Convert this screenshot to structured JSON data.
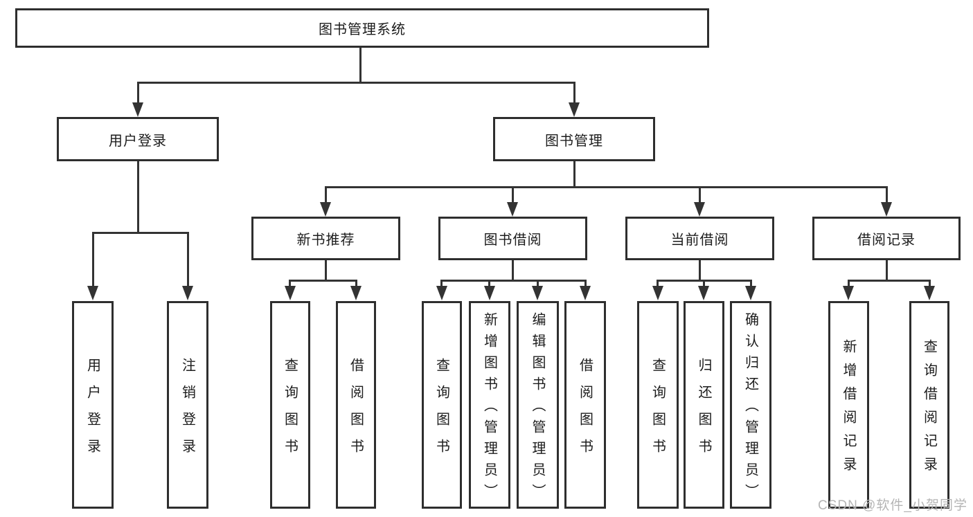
{
  "diagram_title": "图书管理系统",
  "tree": {
    "root": {
      "label": "图书管理系统",
      "children": [
        {
          "label": "用户登录",
          "children": [
            {
              "label": "用户登录"
            },
            {
              "label": "注销登录"
            }
          ]
        },
        {
          "label": "图书管理",
          "children": [
            {
              "label": "新书推荐",
              "children": [
                {
                  "label": "查询图书"
                },
                {
                  "label": "借阅图书"
                }
              ]
            },
            {
              "label": "图书借阅",
              "children": [
                {
                  "label": "查询图书"
                },
                {
                  "label": "新增图书（管理员）"
                },
                {
                  "label": "编辑图书（管理员）"
                },
                {
                  "label": "借阅图书"
                }
              ]
            },
            {
              "label": "当前借阅",
              "children": [
                {
                  "label": "查询图书"
                },
                {
                  "label": "归还图书"
                },
                {
                  "label": "确认归还（管理员）"
                }
              ]
            },
            {
              "label": "借阅记录",
              "children": [
                {
                  "label": "新增借阅记录"
                },
                {
                  "label": "查询借阅记录"
                }
              ]
            }
          ]
        }
      ]
    }
  },
  "watermark": {
    "text": "CSDN @软件_小贺同学"
  },
  "colors": {
    "background": "#ffffff",
    "line": "#333333",
    "box_border": "#2e2e2e",
    "text": "#1c1c1c",
    "watermark": "#b5b5b5"
  }
}
